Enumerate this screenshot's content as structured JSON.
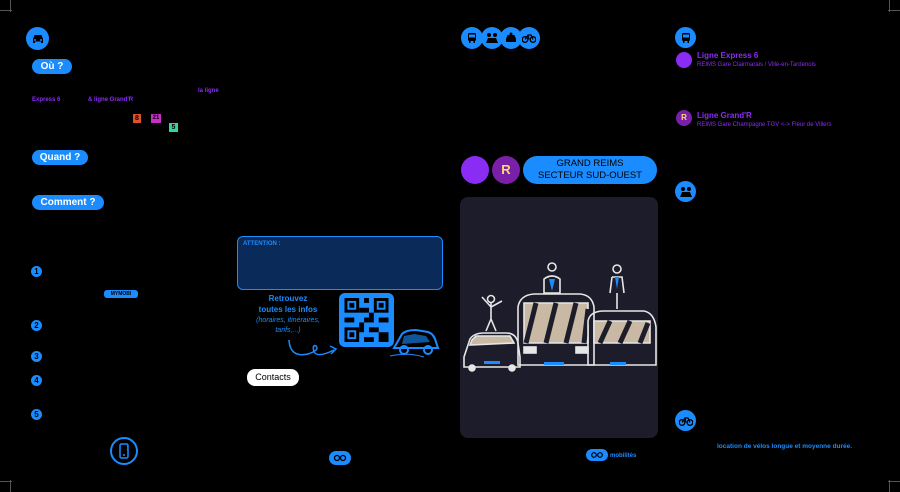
{
  "sections": {
    "ou": "Où ?",
    "quand": "Quand ?",
    "comment": "Comment ?"
  },
  "ou_text": {
    "la_ligne": "la ligne",
    "express6": "Express 6",
    "grandr": "& ligne Grand'R",
    "badge_a": "8",
    "badge_b": "21",
    "badge_c": "5"
  },
  "steps": [
    "1",
    "2",
    "3",
    "4",
    "5"
  ],
  "mymobi": "MYMOBI",
  "attention": "ATTENTION :",
  "retrouvez": {
    "line1": "Retrouvez",
    "line2": "toutes les infos",
    "line3": "(horaires, itinéraires,",
    "line4": "tarifs,...)"
  },
  "contacts": "Contacts",
  "brand": "mobilités",
  "header": {
    "line1": "GRAND REIMS",
    "line2": "SECTEUR SUD-OUEST",
    "badge_r": "R"
  },
  "lines": {
    "express6_title": "Ligne Express 6",
    "express6_route": "REIMS Gare Clairmarais / Ville-en-Tardenois",
    "grandr_title": "Ligne Grand'R",
    "grandr_route": "REIMS Gare Champagne TGV <-> Fleur de Villers"
  },
  "velo": "location de vélos longue et moyenne durée.",
  "colors": {
    "blue": "#1a8cff",
    "purple": "#8b2cf5",
    "panel": "#1c1c2a"
  },
  "icons": [
    "car-icon",
    "bus-icon",
    "carpool-icon",
    "bike-icon",
    "phone-icon",
    "qr-code-icon"
  ]
}
